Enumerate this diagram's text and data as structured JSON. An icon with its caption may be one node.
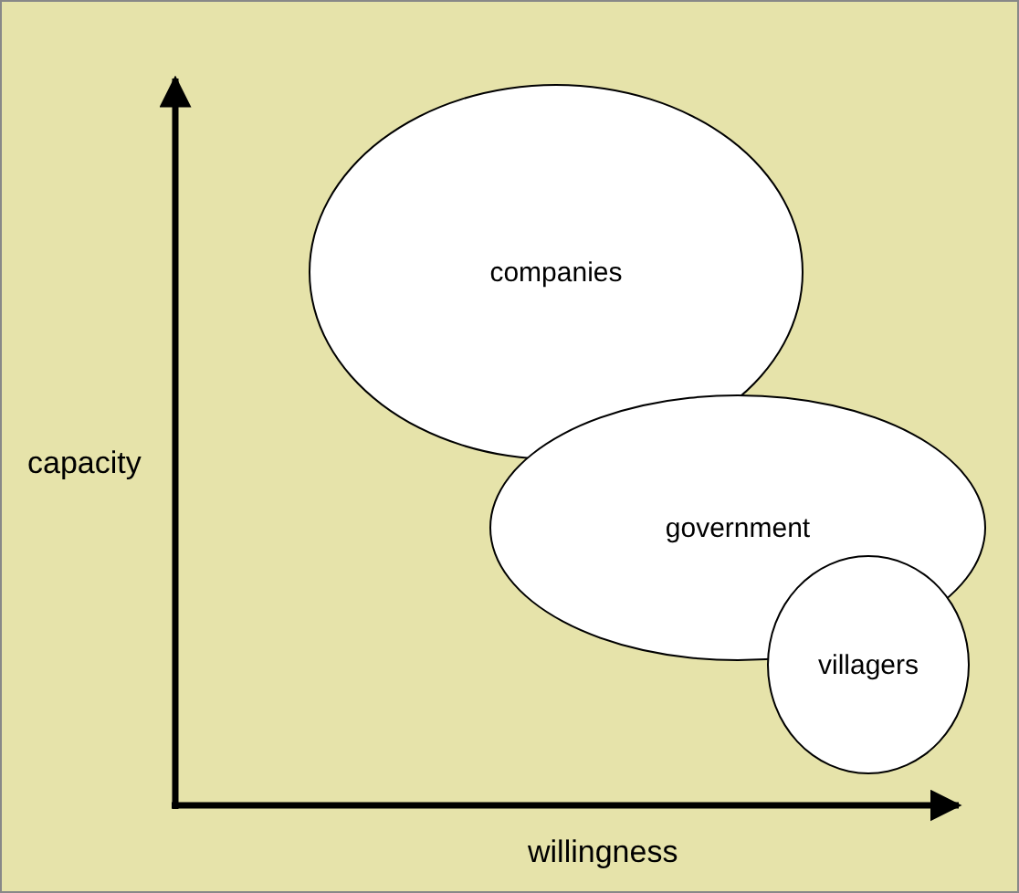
{
  "diagram": {
    "nodes": [
      {
        "text": [
          "companies"
        ]
      },
      {
        "text": [
          "government"
        ]
      },
      {
        "text": [
          "villagers"
        ]
      }
    ],
    "labels": [
      "capacity",
      "willingness"
    ]
  }
}
